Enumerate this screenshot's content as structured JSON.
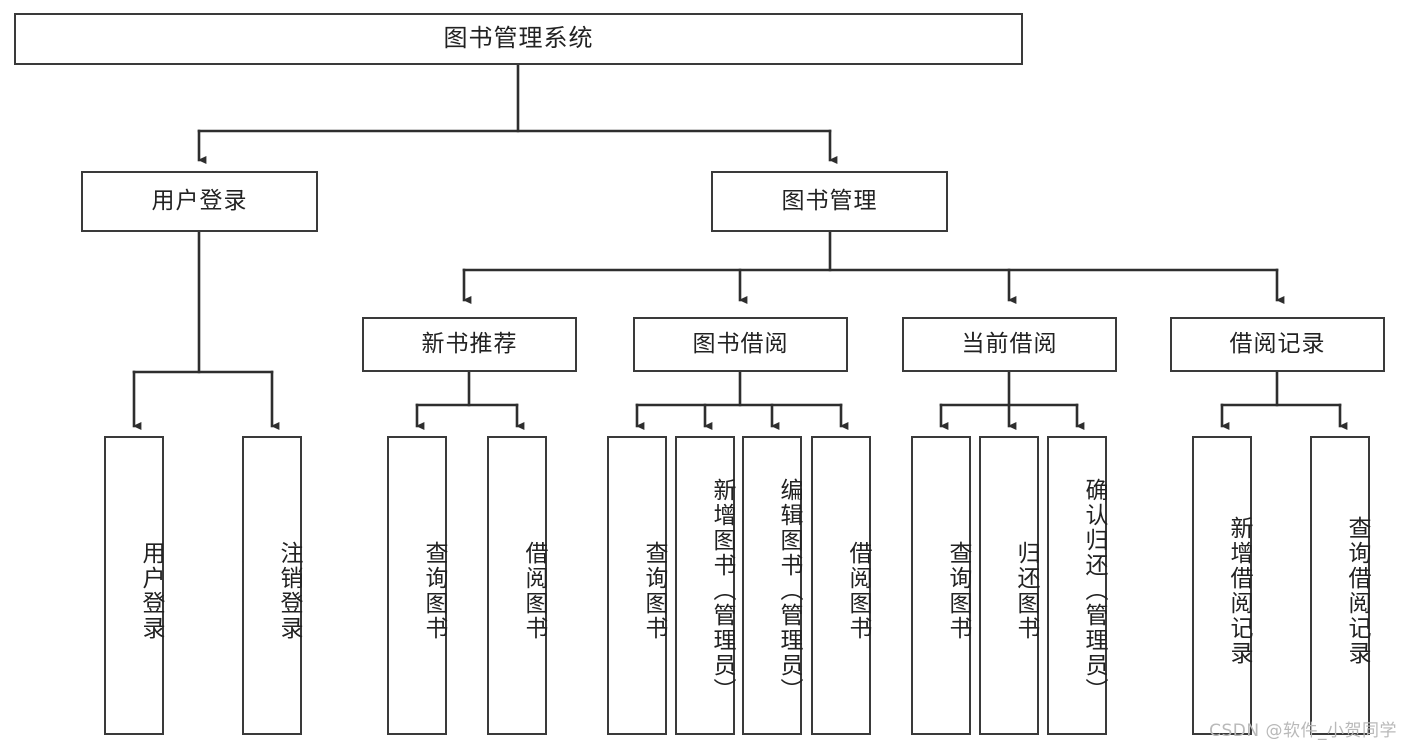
{
  "diagram": {
    "type": "tree",
    "title": "图书管理系统",
    "orientation": "top-down",
    "style": {
      "box_fill": "#ffffff",
      "box_stroke": "#3a3a3a",
      "edge_color": "#2e2e2e",
      "text_color": "#222222",
      "canvas_background": "#ffffff"
    },
    "root": {
      "id": "root",
      "label": "图书管理系统",
      "level": 0
    },
    "level1": [
      {
        "id": "n-user-login",
        "label": "用户登录",
        "level": 1
      },
      {
        "id": "n-book-manage",
        "label": "图书管理",
        "level": 1
      }
    ],
    "level2": [
      {
        "id": "n-new-book-rec",
        "label": "新书推荐",
        "level": 2,
        "parent": "n-book-manage"
      },
      {
        "id": "n-book-borrow",
        "label": "图书借阅",
        "level": 2,
        "parent": "n-book-manage"
      },
      {
        "id": "n-current-borrow",
        "label": "当前借阅",
        "level": 2,
        "parent": "n-book-manage"
      },
      {
        "id": "n-borrow-record",
        "label": "借阅记录",
        "level": 2,
        "parent": "n-book-manage"
      }
    ],
    "leaves": [
      {
        "id": "leaf-1",
        "label": "用户登录",
        "parent": "n-user-login"
      },
      {
        "id": "leaf-2",
        "label": "注销登录",
        "parent": "n-user-login"
      },
      {
        "id": "leaf-3",
        "label": "查询图书",
        "parent": "n-new-book-rec"
      },
      {
        "id": "leaf-4",
        "label": "借阅图书",
        "parent": "n-new-book-rec"
      },
      {
        "id": "leaf-5",
        "label": "查询图书",
        "parent": "n-book-borrow"
      },
      {
        "id": "leaf-6",
        "label": "新增图书（管理员）",
        "parent": "n-book-borrow"
      },
      {
        "id": "leaf-7",
        "label": "编辑图书（管理员）",
        "parent": "n-book-borrow"
      },
      {
        "id": "leaf-8",
        "label": "借阅图书",
        "parent": "n-book-borrow"
      },
      {
        "id": "leaf-9",
        "label": "查询图书",
        "parent": "n-current-borrow"
      },
      {
        "id": "leaf-10",
        "label": "归还图书",
        "parent": "n-current-borrow"
      },
      {
        "id": "leaf-11",
        "label": "确认归还（管理员）",
        "parent": "n-current-borrow"
      },
      {
        "id": "leaf-12",
        "label": "新增借阅记录",
        "parent": "n-borrow-record"
      },
      {
        "id": "leaf-13",
        "label": "查询借阅记录",
        "parent": "n-borrow-record"
      }
    ]
  },
  "watermark": {
    "text": "CSDN @软件_小贺同学"
  }
}
